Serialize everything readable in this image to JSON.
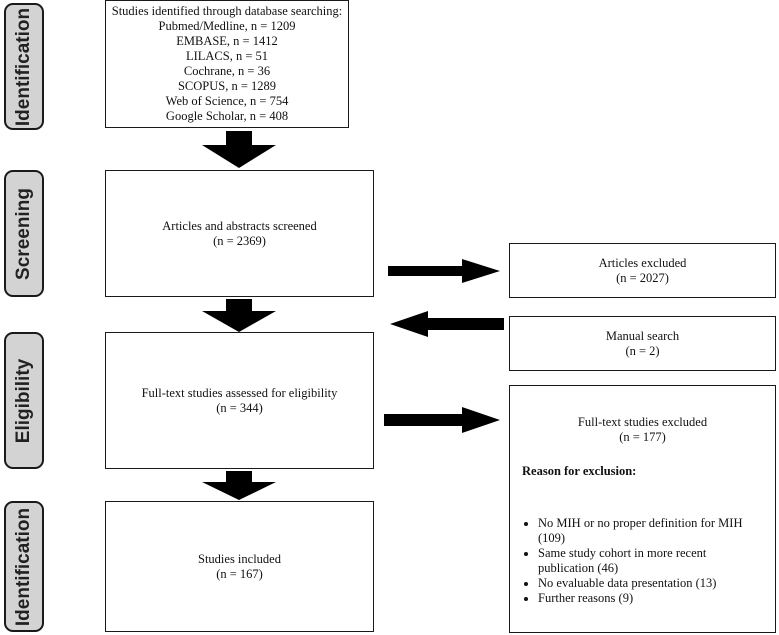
{
  "phases": {
    "identification_top": "Identification",
    "screening": "Screening",
    "eligibility": "Eligibility",
    "identification_bottom": "Identification"
  },
  "identified": {
    "lines": [
      "Studies identified through database searching:",
      "Pubmed/Medline, n = 1209",
      "EMBASE, n = 1412",
      "LILACS, n = 51",
      "Cochrane, n = 36",
      "SCOPUS, n = 1289",
      "Web of Science, n = 754",
      "Google Scholar, n = 408"
    ]
  },
  "screened": {
    "title": "Articles and abstracts screened",
    "count": "(n = 2369)"
  },
  "excluded_articles": {
    "title": "Articles excluded",
    "count": "(n = 2027)"
  },
  "manual_search": {
    "title": "Manual search",
    "count": "(n = 2)"
  },
  "eligibility_box": {
    "title": "Full-text studies assessed for eligibility",
    "count": "(n = 344)"
  },
  "fulltext_excluded": {
    "title": "Full-text studies excluded",
    "count": "(n = 177)",
    "reason_heading": "Reason for exclusion:",
    "reasons": [
      "No MIH or no proper definition for MIH (109)",
      "Same study cohort in more recent publication (46)",
      "No evaluable data presentation (13)",
      "Further reasons (9)"
    ]
  },
  "included": {
    "title": "Studies included",
    "count": "(n = 167)"
  }
}
